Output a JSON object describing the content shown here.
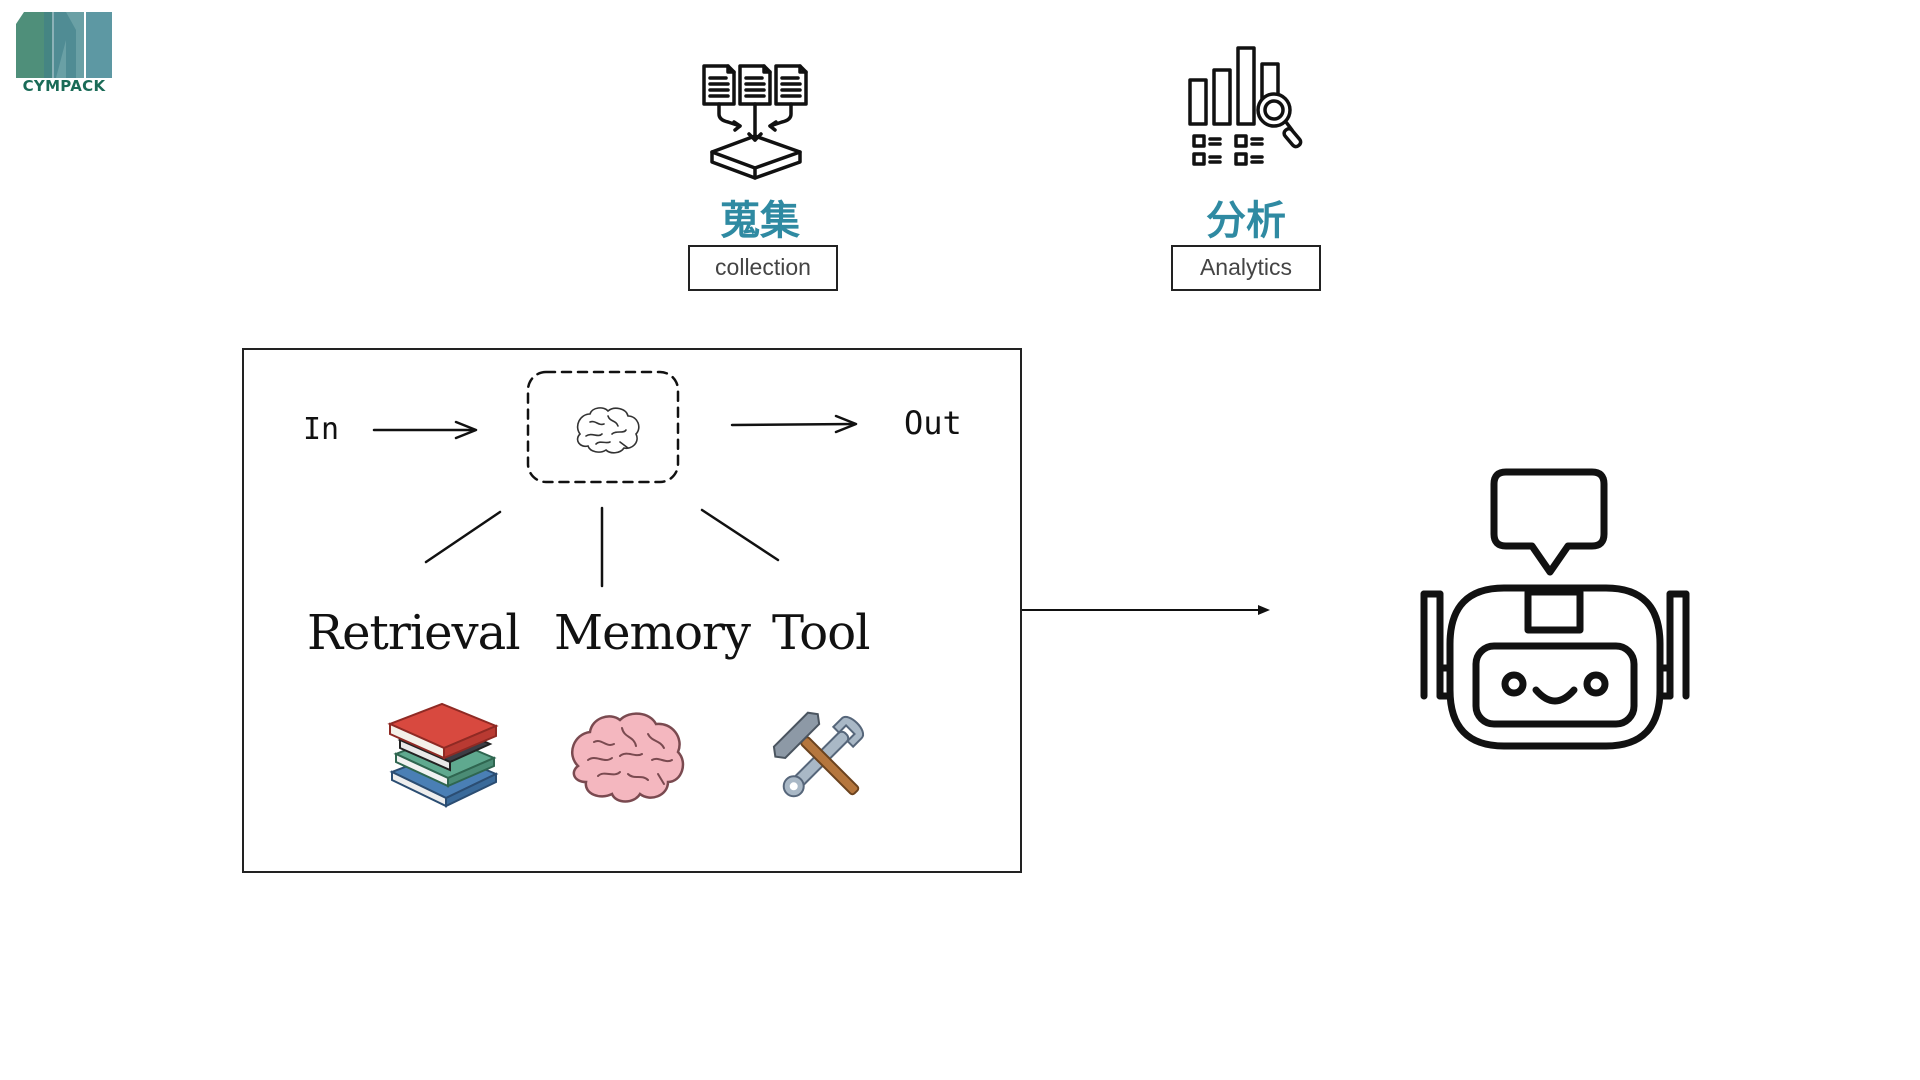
{
  "logo": {
    "text": "CYMPACK",
    "color": "#1a6b57"
  },
  "stages": [
    {
      "title": "蒐集",
      "label": "collection",
      "icon": "document-collection-icon"
    },
    {
      "title": "分析",
      "label": "Analytics",
      "icon": "analytics-chart-icon"
    }
  ],
  "diagram": {
    "input": "In",
    "output": "Out",
    "center_icon": "brain-icon",
    "components": [
      {
        "label": "Retrieval",
        "icon": "books-icon"
      },
      {
        "label": "Memory",
        "icon": "brain-icon"
      },
      {
        "label": "Tool",
        "icon": "hammer-wrench-icon"
      }
    ]
  },
  "result_icon": "robot-chat-icon",
  "colors": {
    "accent": "#2f8aa2",
    "logo": "#1a6b57"
  }
}
